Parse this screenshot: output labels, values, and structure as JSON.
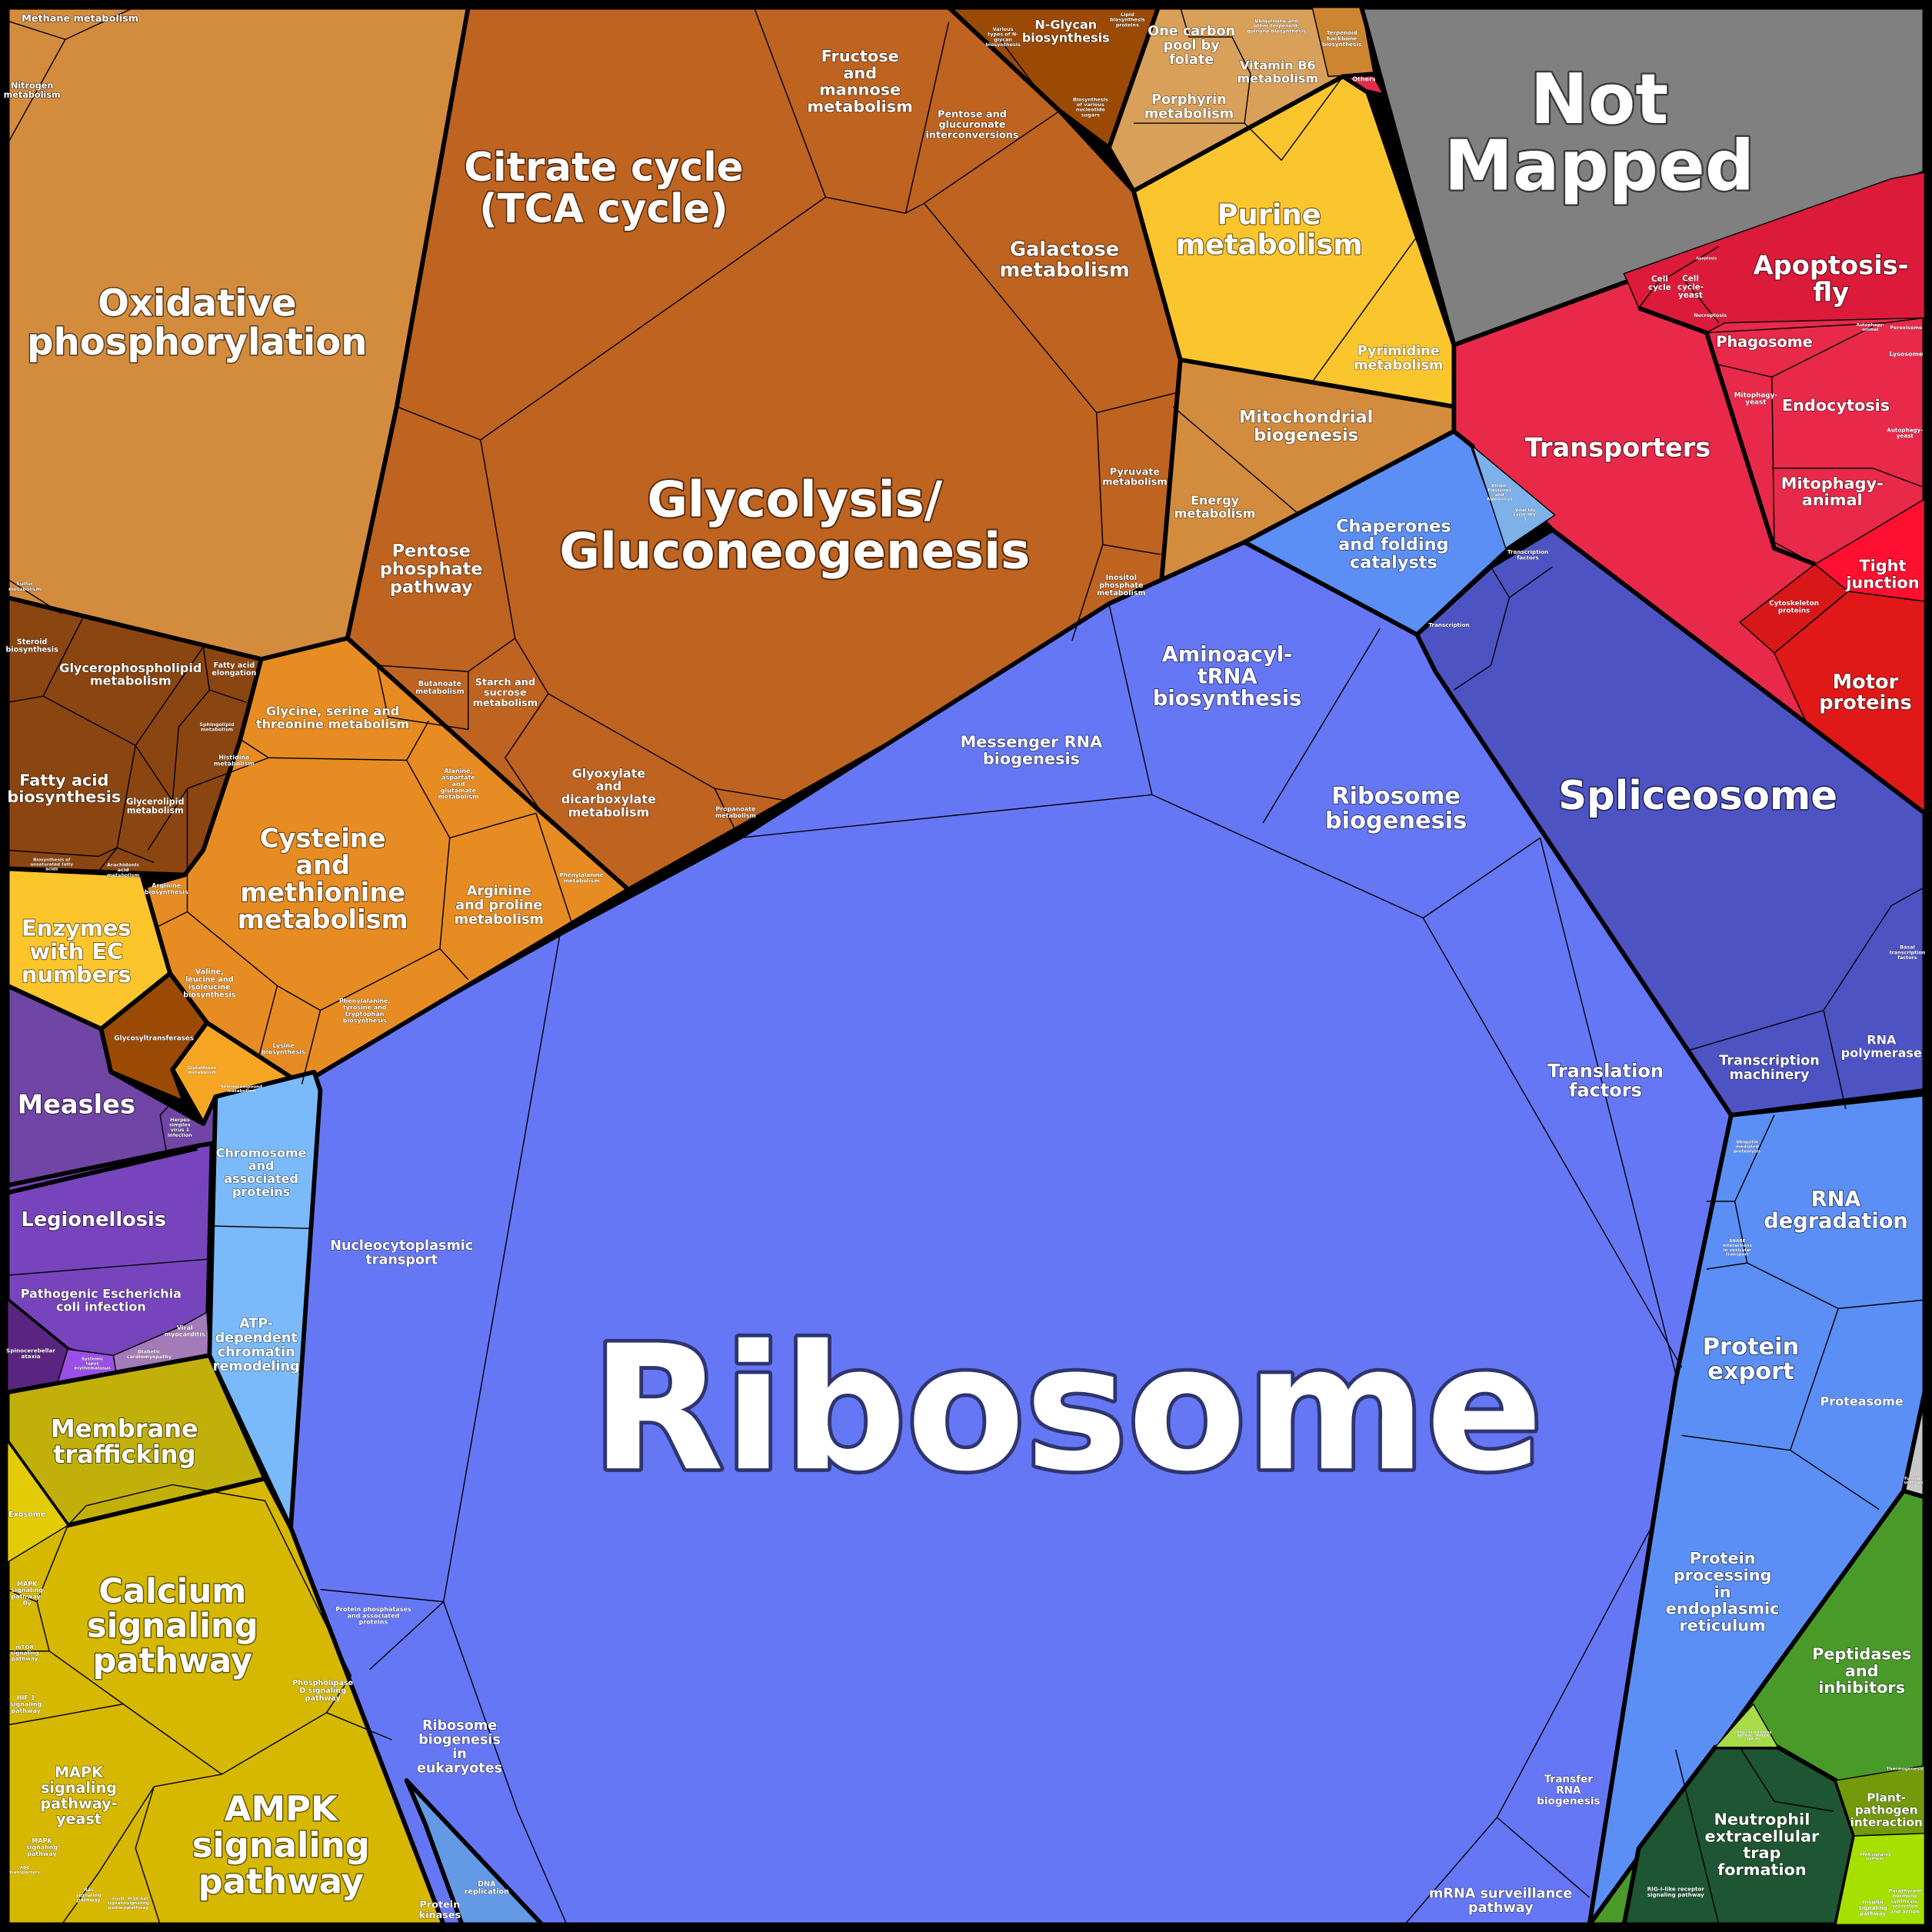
{
  "colors": {
    "energy": "#D38C3E",
    "carbohydrate": "#BF6320",
    "glycan": "#9B4A05",
    "vitamins": "#D9A05A",
    "nucleotide": "#FBC52E",
    "not_mapped": "#808080",
    "cellular": "#E8294A",
    "spliceosome": "#4E53C4",
    "ribosome": "#6677F5",
    "folding": "#5B8FF5",
    "organismal": "#4A9A2A",
    "lipid": "#8B4510",
    "amino_acid": "#E78C22",
    "enzymes": "#FCC52C",
    "disease": "#7045A5",
    "chromatin": "#7ABAFA",
    "membrane": "#C2B00A",
    "signaling": "#D6B800"
  },
  "cells": {
    "not_mapped": [
      "Not",
      "Mapped"
    ],
    "oxphos": [
      "Oxidative",
      "phosphorylation"
    ],
    "methane": [
      "Methane metabolism"
    ],
    "nitrogen": [
      "Nitrogen",
      "metabolism"
    ],
    "sulfur": [
      "Sulfur",
      "metabolism"
    ],
    "tca": [
      "Citrate cycle",
      "(TCA cycle)"
    ],
    "glycolysis": [
      "Glycolysis/",
      "Gluconeogenesis"
    ],
    "fructose": [
      "Fructose",
      "and",
      "mannose",
      "metabolism"
    ],
    "pentose_gluc": [
      "Pentose and",
      "glucuronate",
      "interconversions"
    ],
    "galactose": [
      "Galactose",
      "metabolism"
    ],
    "pentose_phosphate": [
      "Pentose",
      "phosphate",
      "pathway"
    ],
    "pyruvate": [
      "Pyruvate",
      "metabolism"
    ],
    "inositol": [
      "Inositol",
      "phosphate",
      "metabolism"
    ],
    "glyoxylate": [
      "Glyoxylate",
      "and",
      "dicarboxylate",
      "metabolism"
    ],
    "butanoate": [
      "Butanoate",
      "metabolism"
    ],
    "starch": [
      "Starch and",
      "sucrose",
      "metabolism"
    ],
    "propanoate": [
      "Propanoate",
      "metabolism"
    ],
    "nglycan": [
      "N-Glycan",
      "biosynthesis"
    ],
    "various_nglycan": [
      "Various",
      "types of N-",
      "glycan",
      "biosynthesis"
    ],
    "nucleotide_sugars": [
      "Biosynthesis",
      "of various",
      "nucleotide",
      "sugars"
    ],
    "lipid_proteins": [
      "Lipid",
      "biosynthesis",
      "proteins"
    ],
    "one_carbon": [
      "One carbon",
      "pool by",
      "folate"
    ],
    "vitamin_b6": [
      "Vitamin B6",
      "metabolism"
    ],
    "porphyrin": [
      "Porphyrin",
      "metabolism"
    ],
    "ubiquinone": [
      "Ubiquinone and",
      "other terpenoid-",
      "quinone biosynthesis"
    ],
    "terpenoid": [
      "Terpenoid",
      "backbone",
      "biosynthesis"
    ],
    "others": [
      "Others"
    ],
    "purine": [
      "Purine",
      "metabolism"
    ],
    "pyrimidine": [
      "Pyrimidine",
      "metabolism"
    ],
    "mito_biogenesis": [
      "Mitochondrial",
      "biogenesis"
    ],
    "energy": [
      "Energy",
      "metabolism"
    ],
    "steroid": [
      "Steroid",
      "biosynthesis"
    ],
    "glycerophospholipid": [
      "Glycerophospholipid",
      "metabolism"
    ],
    "fatty_elong": [
      "Fatty acid",
      "elongation"
    ],
    "sphingolipid": [
      "Sphingolipid",
      "metabolism"
    ],
    "fatty_bio": [
      "Fatty acid",
      "biosynthesis"
    ],
    "glycerolipid": [
      "Glycerolipid",
      "metabolism"
    ],
    "unsaturated": [
      "Biosynthesis of",
      "unsaturated fatty",
      "acids"
    ],
    "arachidonic": [
      "Arachidonic",
      "acid",
      "metabolism"
    ],
    "glycine": [
      "Glycine, serine and",
      "threonine metabolism"
    ],
    "histidine": [
      "Histidine",
      "metabolism"
    ],
    "cysteine": [
      "Cysteine",
      "and",
      "methionine",
      "metabolism"
    ],
    "alanine": [
      "Alanine,",
      "aspartate",
      "and",
      "glutamate",
      "metabolism"
    ],
    "arginine_proline": [
      "Arginine",
      "and proline",
      "metabolism"
    ],
    "arginine_bio": [
      "Arginine",
      "biosynthesis"
    ],
    "phenylalanine": [
      "Phenylalanine",
      "metabolism"
    ],
    "valine": [
      "Valine,",
      "leucine and",
      "isoleucine",
      "biosynthesis"
    ],
    "phe_tyr_trp": [
      "Phenylalanine,",
      "tyrosine and",
      "tryptophan",
      "biosynthesis"
    ],
    "lysine": [
      "Lysine",
      "biosynthesis"
    ],
    "enzymes_ec": [
      "Enzymes",
      "with EC",
      "numbers"
    ],
    "glycosyltransferases": [
      "Glycosyltransferases"
    ],
    "glutathione": [
      "Glutathione",
      "metabolism"
    ],
    "selenocompound": [
      "Selenocompound",
      "metabolism"
    ],
    "measles": [
      "Measles"
    ],
    "herpes": [
      "Herpes",
      "simplex",
      "virus 1",
      "infection"
    ],
    "legionellosis": [
      "Legionellosis"
    ],
    "ecoli": [
      "Pathogenic Escherichia",
      "coli infection"
    ],
    "spinocerebellar": [
      "Spinocerebellar",
      "ataxia"
    ],
    "lupus": [
      "Systemic",
      "lupus",
      "erythematosus"
    ],
    "myocarditis": [
      "Viral",
      "myocarditis"
    ],
    "diabetic": [
      "Diabetic",
      "cardiomyopathy"
    ],
    "chromosome": [
      "Chromosome",
      "and",
      "associated",
      "proteins"
    ],
    "atp_chromatin": [
      "ATP-",
      "dependent",
      "chromatin",
      "remodeling"
    ],
    "membrane_trafficking": [
      "Membrane",
      "trafficking"
    ],
    "exosome": [
      "Exosome"
    ],
    "calcium": [
      "Calcium",
      "signaling",
      "pathway"
    ],
    "mapk_fly": [
      "MAPK",
      "signaling",
      "pathway-",
      "fly"
    ],
    "mtor": [
      "mTOR",
      "signaling",
      "pathway"
    ],
    "hif1": [
      "HIF-1",
      "signaling",
      "pathway"
    ],
    "phospholipase_d": [
      "Phospholipase",
      "D signaling",
      "pathway"
    ],
    "mapk_yeast": [
      "MAPK",
      "signaling",
      "pathway-",
      "yeast"
    ],
    "mapk": [
      "MAPK",
      "signaling",
      "pathway"
    ],
    "ampk": [
      "AMPK",
      "signaling",
      "pathway"
    ],
    "ras": [
      "Ras",
      "signaling",
      "pathway"
    ],
    "foxo": [
      "FoxO",
      "signaling",
      "pathway"
    ],
    "pi3k": [
      "PI3K-Akt",
      "signaling",
      "pathway"
    ],
    "abc": [
      "ABC",
      "transporters"
    ],
    "protein_kinases": [
      "Protein",
      "kinases"
    ],
    "dna_replication": [
      "DNA",
      "replication"
    ],
    "ribosome": [
      "Ribosome"
    ],
    "mrna_biogenesis": [
      "Messenger RNA",
      "biogenesis"
    ],
    "aminoacyl": [
      "Aminoacyl-",
      "tRNA",
      "biosynthesis"
    ],
    "ribosome_biogenesis": [
      "Ribosome",
      "biogenesis"
    ],
    "translation_factors": [
      "Translation",
      "factors"
    ],
    "nucleocytoplasmic": [
      "Nucleocytoplasmic",
      "transport"
    ],
    "phosphatases": [
      "Protein phosphatases",
      "and associated",
      "proteins"
    ],
    "ribosome_euk": [
      "Ribosome",
      "biogenesis",
      "in",
      "eukaryotes"
    ],
    "trna_biogenesis": [
      "Transfer",
      "RNA",
      "biogenesis"
    ],
    "mrna_surveillance": [
      "mRNA surveillance",
      "pathway"
    ],
    "chaperones": [
      "Chaperones",
      "and folding",
      "catalysts"
    ],
    "transcription": [
      "Transcription"
    ],
    "transcription_factors": [
      "Transcription",
      "factors"
    ],
    "virion": [
      "Virion-",
      "Flavivirus",
      "and",
      "Alphavirus"
    ],
    "viral_hiv": [
      "Viral life",
      "cycle-HIV-",
      "1"
    ],
    "spliceosome": [
      "Spliceosome"
    ],
    "transcription_machinery": [
      "Transcription",
      "machinery"
    ],
    "rna_polymerase": [
      "RNA",
      "polymerase"
    ],
    "basal_tf": [
      "Basal",
      "transcription",
      "factors"
    ],
    "rna_degradation": [
      "RNA",
      "degradation"
    ],
    "protein_export": [
      "Protein",
      "export"
    ],
    "proteasome": [
      "Proteasome"
    ],
    "ubiquitin": [
      "Ubiquitin",
      "mediated",
      "proteolysis"
    ],
    "snare": [
      "SNARE",
      "interactions",
      "in vesicular",
      "transport"
    ],
    "er_processing": [
      "Protein",
      "processing",
      "in",
      "endoplasmic",
      "reticulum"
    ],
    "function_unknown": [
      "Function",
      "unknown"
    ],
    "transporters": [
      "Transporters"
    ],
    "apoptosis_fly": [
      "Apoptosis-",
      "fly"
    ],
    "cell_cycle": [
      "Cell",
      "cycle"
    ],
    "cell_cycle_yeast": [
      "Cell",
      "cycle-",
      "yeast"
    ],
    "apoptosis": [
      "Apoptosis"
    ],
    "necroptosis": [
      "Necroptosis"
    ],
    "phagosome": [
      "Phagosome"
    ],
    "autophagy_animal": [
      "Autophagy-",
      "animal"
    ],
    "peroxisome": [
      "Peroxisome"
    ],
    "lysosome": [
      "Lysosome"
    ],
    "mitophagy_yeast": [
      "Mitophagy-",
      "yeast"
    ],
    "endocytosis": [
      "Endocytosis"
    ],
    "autophagy_yeast": [
      "Autophagy-",
      "yeast"
    ],
    "mitophagy_animal": [
      "Mitophagy-",
      "animal"
    ],
    "tight_junction": [
      "Tight",
      "junction"
    ],
    "cytoskeleton": [
      "Cytoskeleton",
      "proteins"
    ],
    "motor_proteins": [
      "Motor",
      "proteins"
    ],
    "peptidases": [
      "Peptidases",
      "and",
      "inhibitors"
    ],
    "longevity": [
      "Longevity regulating",
      "pathway - multiple",
      "species"
    ],
    "neutrophil": [
      "Neutrophil",
      "extracellular",
      "trap",
      "formation"
    ],
    "plant_pathogen": [
      "Plant-",
      "pathogen",
      "interaction"
    ],
    "thermogenesis": [
      "Thermogenesis"
    ],
    "ppar": [
      "PPAR signaling",
      "pathway"
    ],
    "rig_i": [
      "RIG-I-like receptor",
      "signaling pathway"
    ],
    "insulin": [
      "Insulin",
      "signaling",
      "pathway"
    ],
    "parathyroid": [
      "Parathyroid",
      "hormone",
      "synthesis,",
      "secretion",
      "and action"
    ]
  }
}
